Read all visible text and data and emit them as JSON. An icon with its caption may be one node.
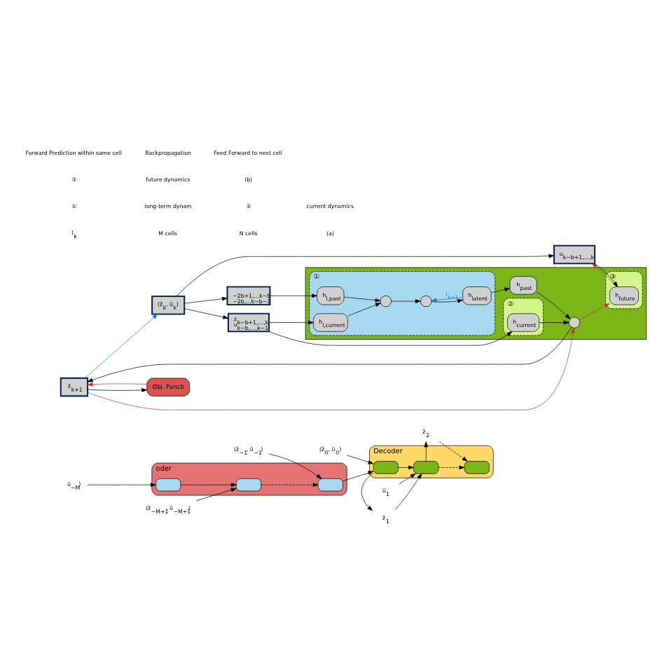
{
  "diagram": {
    "nodes": [
      {
        "text": [
          "oder"
        ]
      },
      {
        "text": [],
        "shape": "box",
        "in": 0
      },
      {
        "text": [],
        "shape": "box",
        "in": 0
      },
      {
        "text": [],
        "shape": "box",
        "in": 0
      },
      {
        "text": [
          "Decoder"
        ]
      },
      {
        "text": [],
        "shape": "box",
        "in": 4
      },
      {
        "text": [],
        "shape": "box",
        "in": 4
      },
      {
        "text": [],
        "shape": "box",
        "in": 4
      },
      {
        "text": [
          "û$_{−M}$)"
        ]
      },
      {
        "text": [
          "(ẑ$_{−M+1}$, û$_{−M+1}$)"
        ]
      },
      {
        "text": [
          "(ẑ$_{−1}$, û$_{−1}$)"
        ]
      },
      {
        "text": [
          "(ẑ$_{0}$, û$_{0}$)"
        ]
      },
      {
        "text": [
          "û$_{1}$"
        ]
      },
      {
        "text": [
          "ẑ$_{1}$"
        ]
      },
      {
        "text": [
          "ẑ$_{2}$"
        ]
      },
      {
        "text": [],
        "shape": "box"
      },
      {
        "text": [
          "①"
        ],
        "in": 15
      },
      {
        "text": [],
        "shape": "circle",
        "in": 16
      },
      {
        "text": [],
        "shape": "circle",
        "in": 16
      },
      {
        "text": [
          "h$_{latent}$"
        ],
        "in": 16
      },
      {
        "text": [
          "h$_{l,past}$"
        ],
        "in": 16
      },
      {
        "text": [
          "h$_{l,current}$"
        ],
        "in": 16
      },
      {
        "text": [
          "h$_{past}$"
        ],
        "in": 15
      },
      {
        "text": [
          "②"
        ],
        "in": 15
      },
      {
        "text": [
          "h$_{current}$"
        ],
        "in": 23
      },
      {
        "text": [],
        "shape": "circle",
        "in": 15
      },
      {
        "text": [
          "③"
        ],
        "in": 15
      },
      {
        "text": [
          "h$_{future}$"
        ],
        "in": 26
      },
      {
        "text": [
          "ẑ$_{k+1}$"
        ]
      },
      {
        "text": [
          "Obj. Functi"
        ]
      },
      {
        "text": [
          "$_{−2b+1,…k−b}$",
          "$_{−2b,…k−b−1}$"
        ]
      },
      {
        "text": [
          "z$_{k−b+1,…,k}$",
          "u$_{k−b,…,k−1}$"
        ]
      },
      {
        "text": [
          "u$_{k−b+1,…,k}$"
        ]
      },
      {
        "text": [
          "(ẑ$_{k}$, û$_{k}$)"
        ]
      }
    ],
    "edges": [
      {
        "from": 1,
        "to": 2,
        "arrow": "to"
      },
      {
        "from": 2,
        "to": 3,
        "arrow": "to",
        "style": "dashed"
      },
      {
        "from": 3,
        "to": 5,
        "arrow": "to"
      },
      {
        "from": 5,
        "to": 6,
        "arrow": "to"
      },
      {
        "from": 6,
        "to": 7,
        "arrow": "to",
        "style": "dashed"
      },
      {
        "from": 8,
        "to": 1,
        "arrow": "to"
      },
      {
        "from": 9,
        "to": 2,
        "arrow": "to"
      },
      {
        "from": 10,
        "to": 3,
        "arrow": "to"
      },
      {
        "from": 11,
        "to": 5,
        "arrow": "to"
      },
      {
        "from": 12,
        "to": 6,
        "arrow": "to"
      },
      {
        "from": 5,
        "to": 13,
        "arrow": "to"
      },
      {
        "from": 13,
        "to": 6,
        "arrow": "to"
      },
      {
        "from": 6,
        "to": 14,
        "arrow": "to"
      },
      {
        "from": 14,
        "to": 7,
        "arrow": "to",
        "style": "dashed"
      },
      {
        "from": 19,
        "to": 18,
        "arrow": "to",
        "label": "l$_{k+1}$",
        "color": "#1f78c8"
      },
      {
        "from": 18,
        "to": 19,
        "arrow": "to"
      },
      {
        "from": 17,
        "to": 18,
        "arrow": "to"
      },
      {
        "from": 20,
        "to": 17,
        "arrow": "to"
      },
      {
        "from": 21,
        "to": 17,
        "arrow": "to"
      },
      {
        "from": 19,
        "to": 22,
        "arrow": "to"
      },
      {
        "from": 22,
        "to": 25,
        "arrow": "to"
      },
      {
        "from": 24,
        "to": 25,
        "arrow": "to"
      },
      {
        "from": 25,
        "to": 28,
        "arrow": "to"
      },
      {
        "from": 28,
        "to": 25,
        "arrow": "to",
        "color": "#c0392b"
      },
      {
        "from": 28,
        "to": 29,
        "arrow": "to"
      },
      {
        "from": 29,
        "to": 28,
        "arrow": "to",
        "color": "#c0392b"
      },
      {
        "from": 25,
        "to": 27,
        "arrow": "to",
        "color": "#c0392b"
      },
      {
        "from": 27,
        "to": 32,
        "arrow": "to",
        "color": "#c0392b"
      },
      {
        "from": 32,
        "to": 27,
        "arrow": "to"
      },
      {
        "from": 28,
        "to": 33,
        "arrow": "to",
        "color": "#1f78c8"
      },
      {
        "from": 33,
        "to": 30,
        "arrow": "to"
      },
      {
        "from": 33,
        "to": 31,
        "arrow": "to"
      },
      {
        "from": 33,
        "to": 32,
        "arrow": "to"
      },
      {
        "from": 30,
        "to": 20,
        "arrow": "to"
      },
      {
        "from": 31,
        "to": 21,
        "arrow": "to"
      },
      {
        "from": 31,
        "to": 24,
        "arrow": "to"
      }
    ],
    "labels": [
      "l$_{k}$",
      "M cells",
      "N cells",
      "(a)",
      "①",
      "long-term dynam",
      "②",
      "current dynamics",
      "③",
      "future dynamics",
      "(b)"
    ],
    "legend": [
      {
        "text": "Forward Prediction within same cell"
      },
      {
        "text": "Backpropagation"
      },
      {
        "text": "Feed Forward to next cell"
      }
    ]
  }
}
